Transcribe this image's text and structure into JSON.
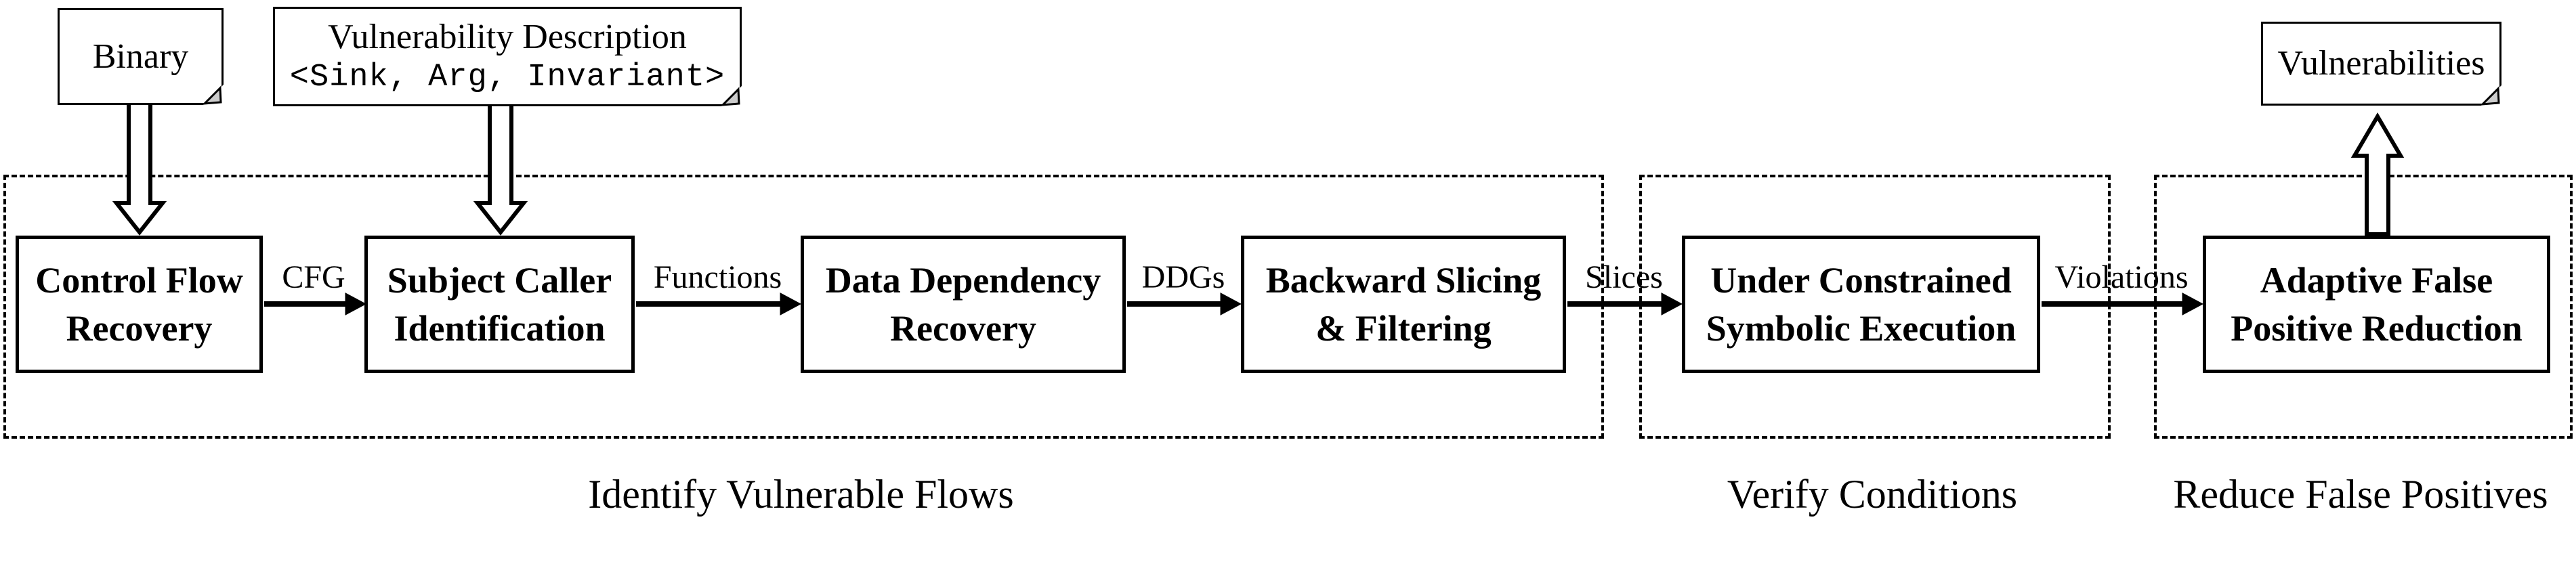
{
  "diagram": {
    "notes": {
      "binary": {
        "label": "Binary"
      },
      "vulnerability_description": {
        "title": "Vulnerability Description",
        "signature": "<Sink, Arg, Invariant>"
      },
      "vulnerabilities": {
        "label": "Vulnerabilities"
      }
    },
    "stages": [
      {
        "line1": "Control Flow",
        "line2": "Recovery"
      },
      {
        "line1": "Subject Caller",
        "line2": "Identification"
      },
      {
        "line1": "Data Dependency",
        "line2": "Recovery"
      },
      {
        "line1": "Backward Slicing",
        "line2": "& Filtering"
      },
      {
        "line1": "Under Constrained",
        "line2": "Symbolic Execution"
      },
      {
        "line1": "Adaptive False",
        "line2": "Positive Reduction"
      }
    ],
    "edges": [
      {
        "label": "CFG"
      },
      {
        "label": "Functions"
      },
      {
        "label": "DDGs"
      },
      {
        "label": "Slices"
      },
      {
        "label": "Violations"
      }
    ],
    "phases": [
      {
        "caption": "Identify Vulnerable Flows"
      },
      {
        "caption": "Verify Conditions"
      },
      {
        "caption": "Reduce False Positives"
      }
    ],
    "colors": {
      "ink": "#000000",
      "background": "#ffffff",
      "fold_gray": "#cccccc"
    }
  }
}
